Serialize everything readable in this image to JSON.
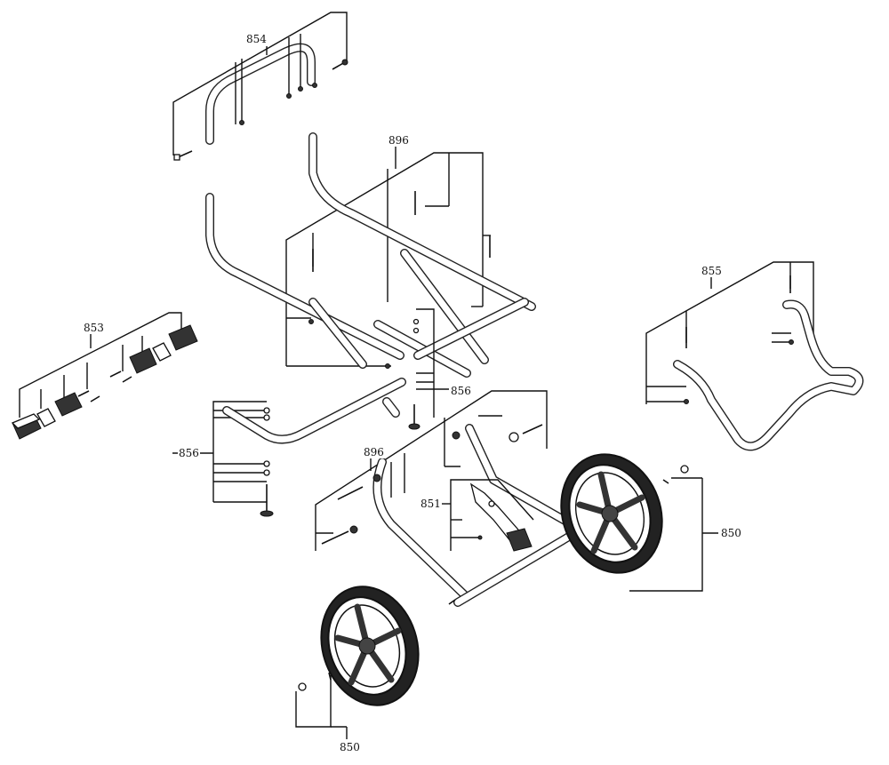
{
  "diagram": {
    "part_labels": {
      "p854": "854",
      "p896_top": "896",
      "p853": "853",
      "p855": "855",
      "p856_right": "856",
      "p856_left": "856",
      "p896_mid": "896",
      "p851": "851",
      "p850_right": "850",
      "p850_bottom": "850"
    }
  }
}
